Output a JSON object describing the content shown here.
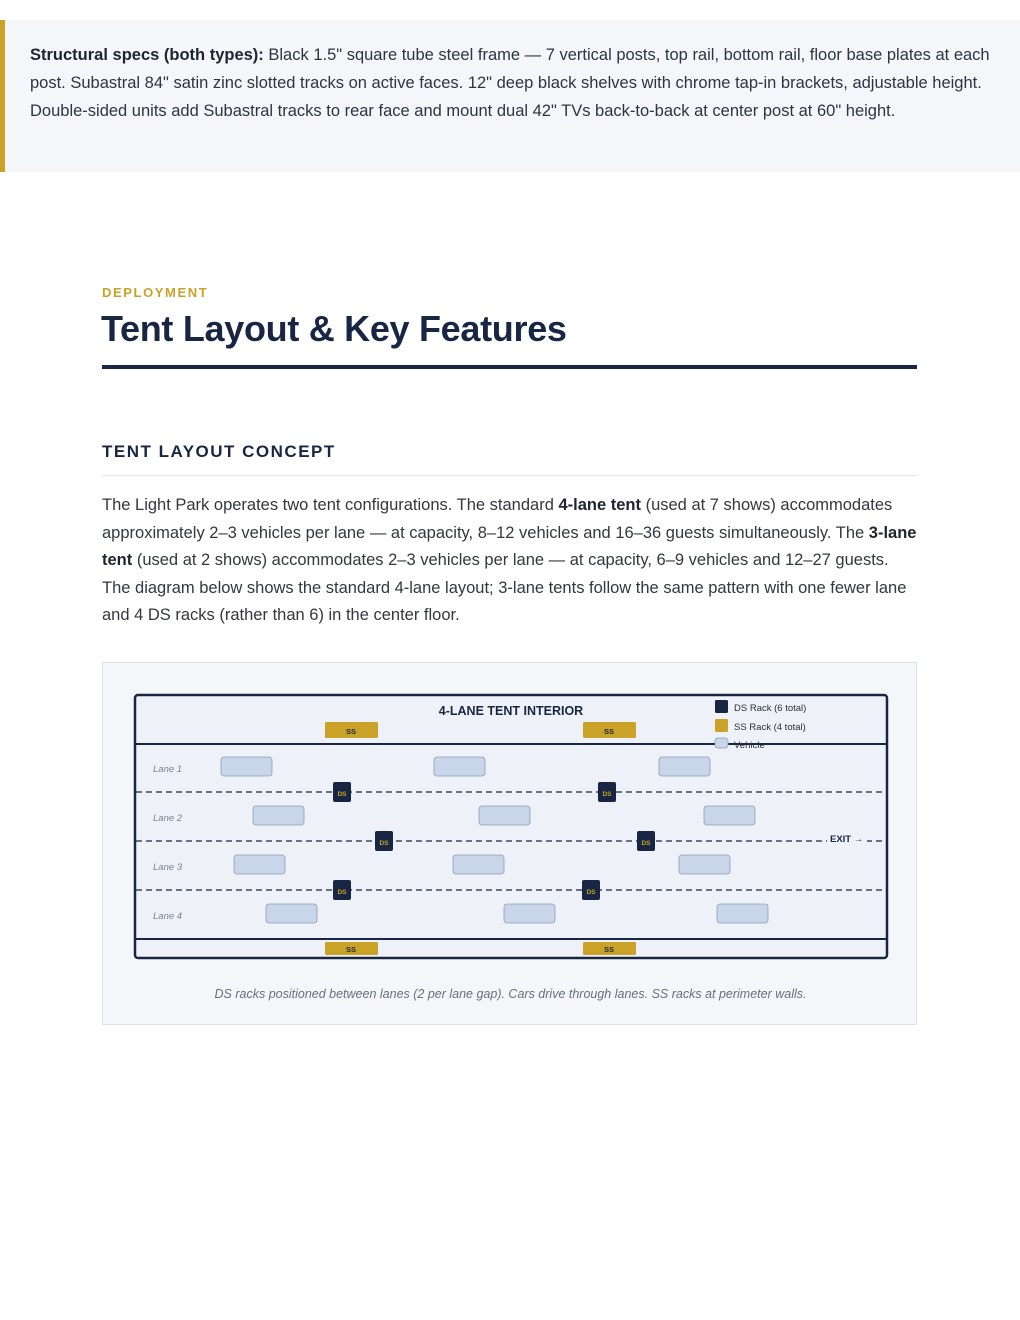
{
  "callout": {
    "label": "Structural specs (both types):",
    "text": " Black 1.5\" square tube steel frame — 7 vertical posts, top rail, bottom rail, floor base plates at each post. Subastral 84\" satin zinc slotted tracks on active faces. 12\" deep black shelves with chrome tap-in brackets, adjustable height. Double-sided units add Subastral tracks to rear face and mount dual 42\" TVs back-to-back at center post at 60\" height."
  },
  "section": {
    "eyebrow": "DEPLOYMENT",
    "title": "Tent Layout & Key Features"
  },
  "subsection": {
    "title": "TENT LAYOUT CONCEPT"
  },
  "paragraph": {
    "p1": "The Light Park operates two tent configurations. The standard ",
    "b1": "4-lane tent",
    "p2": " (used at 7 shows) accommodates approximately 2–3 vehicles per lane — at capacity, 8–12 vehicles and 16–36 guests simultaneously. The ",
    "b2": "3-lane tent",
    "p3": " (used at 2 shows) accommodates 2–3 vehicles per lane — at capacity, 6–9 vehicles and 12–27 guests. The diagram below shows the standard 4-lane layout; 3-lane tents follow the same pattern with one fewer lane and 4 DS racks (rather than 6) in the center floor."
  },
  "diagram": {
    "title": "4-LANE TENT INTERIOR",
    "legend": {
      "ds": "DS Rack (6 total)",
      "ss": "SS Rack (4 total)",
      "vehicle": "Vehicle"
    },
    "lanes": [
      "Lane 1",
      "Lane 2",
      "Lane 3",
      "Lane 4"
    ],
    "ds_label": "DS",
    "ss_label": "SS",
    "exit_label": "EXIT →",
    "caption": "DS racks positioned between lanes (2 per lane gap). Cars drive through lanes. SS racks at perimeter walls.",
    "colors": {
      "navy": "#182644",
      "gold": "#c9a227",
      "vehicle_fill": "#c9d5e8",
      "vehicle_stroke": "#8c9cb8",
      "interior": "#eef2f8"
    }
  }
}
